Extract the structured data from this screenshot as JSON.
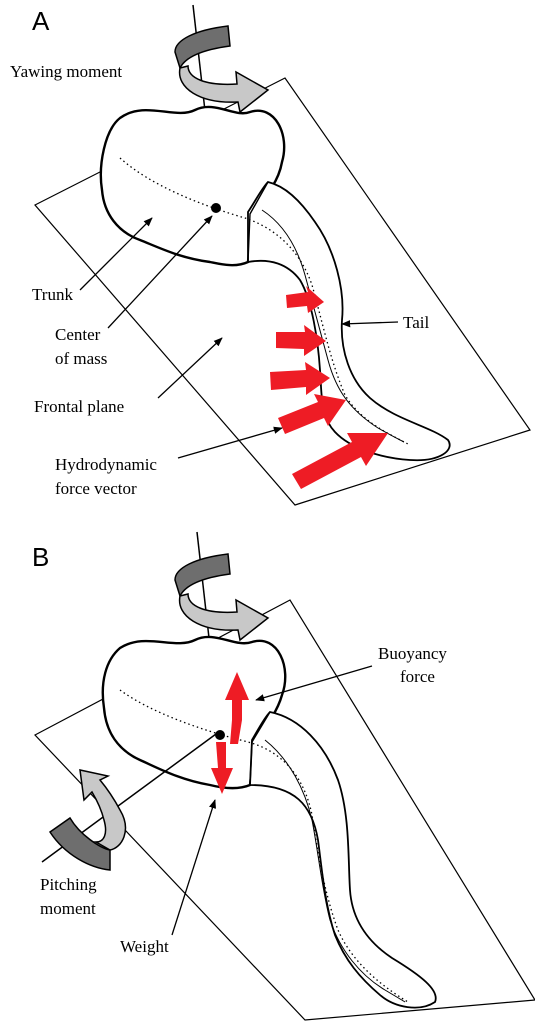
{
  "panel_a": {
    "letter": "A",
    "labels": {
      "yawing_moment": "Yawing moment",
      "trunk": "Trunk",
      "center_line1": "Center",
      "center_line2": "of mass",
      "frontal_plane": "Frontal plane",
      "hydro_line1": "Hydrodynamic",
      "hydro_line2": "force vector",
      "tail": "Tail"
    }
  },
  "panel_b": {
    "letter": "B",
    "labels": {
      "buoyancy_line1": "Buoyancy",
      "buoyancy_line2": "force",
      "pitching_line1": "Pitching",
      "pitching_line2": "moment",
      "weight": "Weight"
    }
  },
  "colors": {
    "force_arrow": "#ee1c25",
    "moment_dark": "#6e6e6e",
    "moment_light": "#c8c8c8",
    "outline": "#000000"
  }
}
